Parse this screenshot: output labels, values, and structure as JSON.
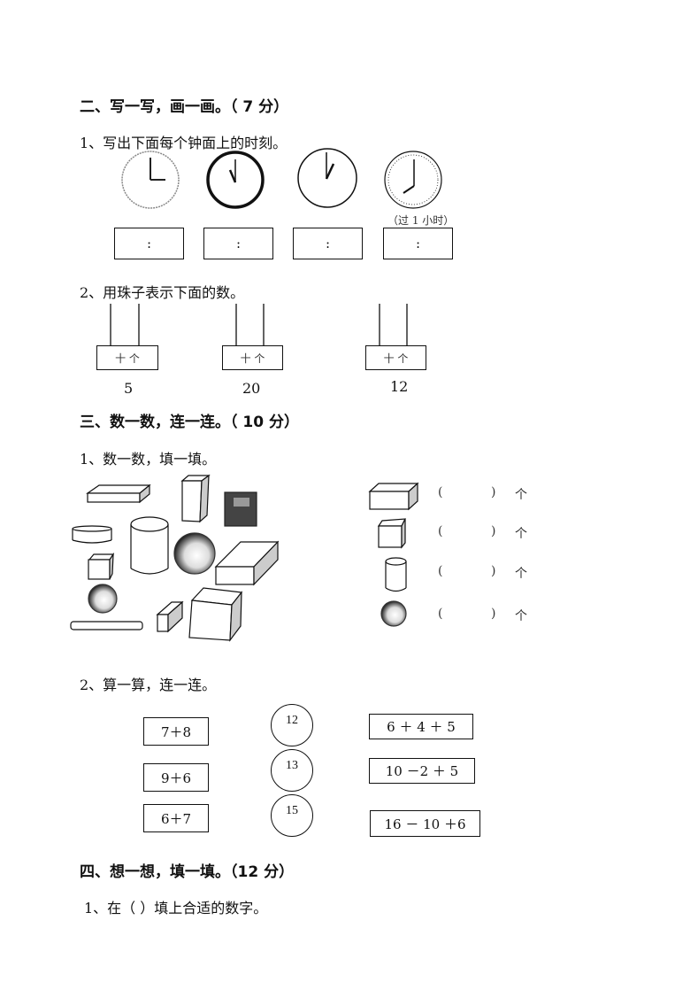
{
  "section2": {
    "heading": "二、写一写，画一画。（ 7 分）",
    "q1": "1、写出下面每个钟面上的时刻。",
    "clock_note": "（过 1 小时）",
    "answer_boxes": [
      ":",
      ":",
      ":",
      ":"
    ],
    "q2": "2、用珠子表示下面的数。",
    "abacus": [
      {
        "label": "十  个",
        "number": "5"
      },
      {
        "label": "十  个",
        "number": "20"
      },
      {
        "label": "十  个",
        "number": "12"
      }
    ]
  },
  "section3": {
    "heading": "三、数一数，连一连。（ 10 分）",
    "q1": "1、数一数，填一填。",
    "count_rows": [
      {
        "shape": "cuboid",
        "open": "(",
        "close": ")",
        "unit": "个"
      },
      {
        "shape": "cube",
        "open": "(",
        "close": ")",
        "unit": "个"
      },
      {
        "shape": "cylinder",
        "open": "(",
        "close": ")",
        "unit": "个"
      },
      {
        "shape": "sphere",
        "open": "(",
        "close": ")",
        "unit": "个"
      }
    ],
    "q2": "2、算一算，连一连。",
    "left_exprs": [
      "7＋8",
      "9＋6",
      "6＋7"
    ],
    "circles": [
      "12",
      "13",
      "15"
    ],
    "right_exprs": [
      "6 ＋ 4 ＋ 5",
      "10 －2 ＋ 5",
      "16 － 10 ＋6"
    ]
  },
  "section4": {
    "heading": "四、想一想，填一填。（12 分）",
    "q1": "1、在（    ）填上合适的数字。"
  }
}
